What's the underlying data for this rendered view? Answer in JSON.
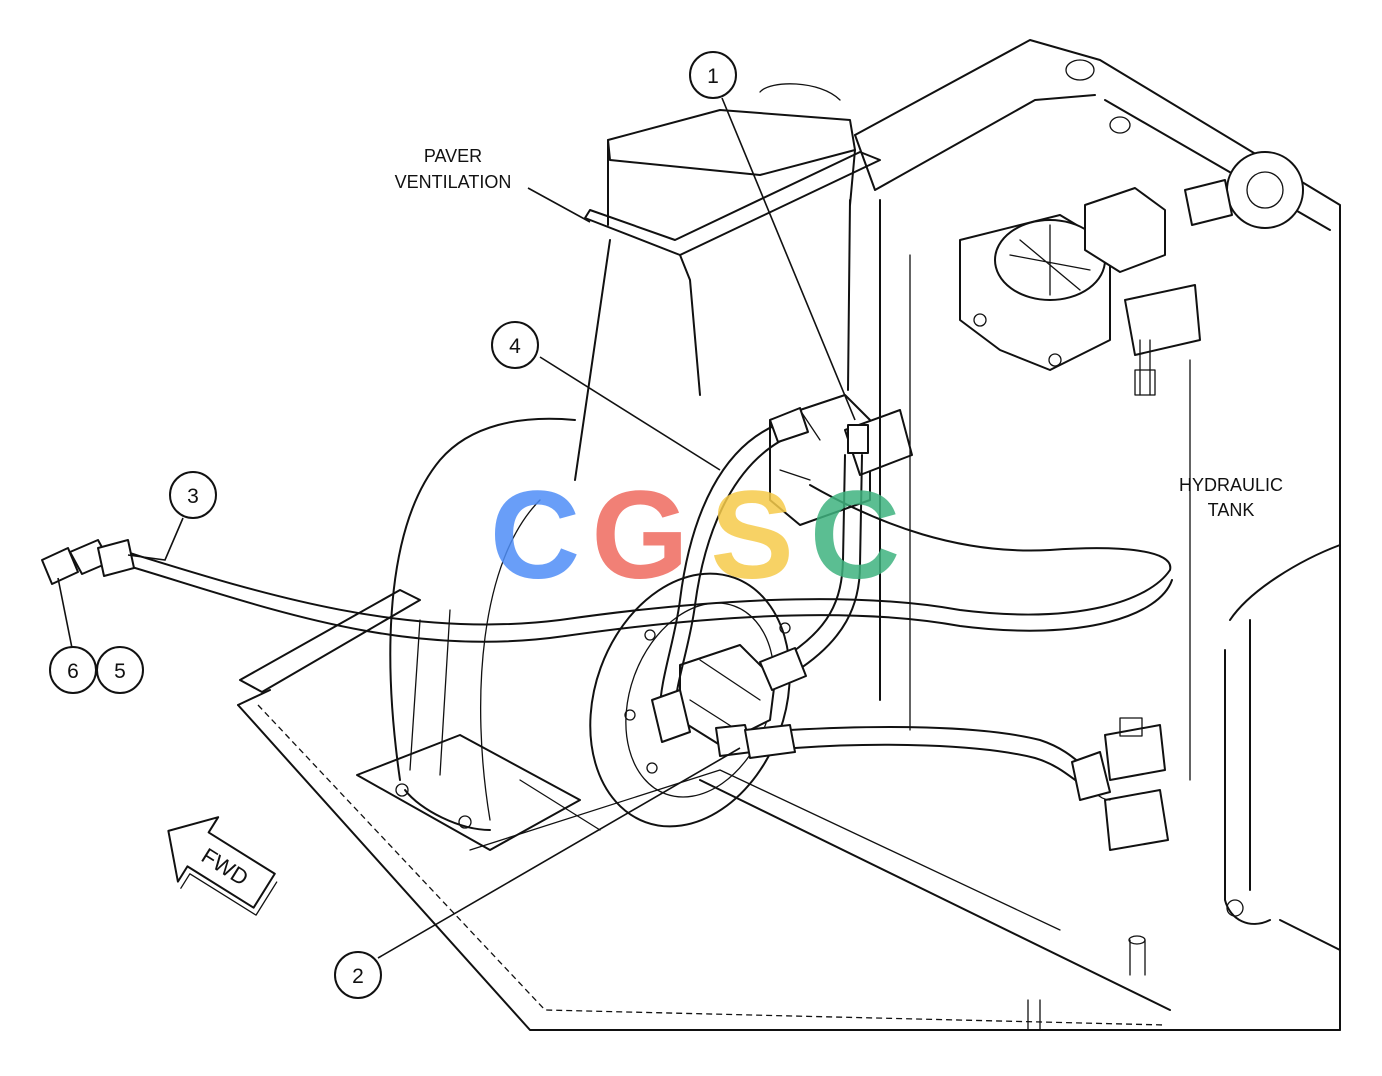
{
  "labels": {
    "paver_ventilation": [
      "PAVER",
      "VENTILATION"
    ],
    "hydraulic_tank": [
      "HYDRAULIC",
      "TANK"
    ],
    "fwd": "FWD"
  },
  "callouts": [
    {
      "id": "c1",
      "number": "1"
    },
    {
      "id": "c2",
      "number": "2"
    },
    {
      "id": "c3",
      "number": "3"
    },
    {
      "id": "c4",
      "number": "4"
    },
    {
      "id": "c5",
      "number": "5"
    },
    {
      "id": "c6",
      "number": "6"
    }
  ],
  "watermark": {
    "letters": [
      {
        "char": "C",
        "color": "#4f8ef7"
      },
      {
        "char": "G",
        "color": "#ef6a5f"
      },
      {
        "char": "S",
        "color": "#f6cb4b"
      },
      {
        "char": "C",
        "color": "#3fb37f"
      }
    ]
  },
  "colors": {
    "line": "#111111",
    "background": "#ffffff"
  }
}
